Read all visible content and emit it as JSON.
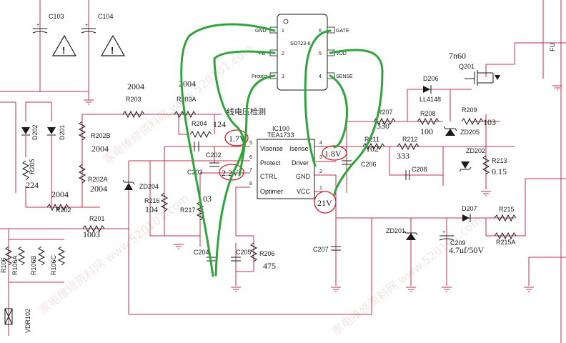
{
  "caps": {
    "c103": "C103",
    "c104": "C104",
    "c202": "C202",
    "c203": "C203",
    "c204": "C204",
    "c205": "C205",
    "c206": "C206",
    "c207": "C207",
    "c208": "C208",
    "c209": "C209",
    "c209_val": "4.7uf/50V"
  },
  "resistors": {
    "r203": "R203",
    "r203_val": "2004",
    "r203a": "R203A",
    "r203a_val": "2004",
    "r204": "R204",
    "r204_val": "124",
    "r202b": "R202B",
    "r202b_val": "2004",
    "r202a": "R202A",
    "r202a_val": "2004",
    "r205": "R205",
    "r205_val": "224",
    "r202": "R202",
    "r202_val": "2004",
    "r201": "R201",
    "r201_val": "1003",
    "r216": "R216",
    "r216_val": "104",
    "r217": "R217",
    "r217_val": "03",
    "r206": "R206",
    "r206_val": "475",
    "r207": "R207",
    "r207_val": "330",
    "r208": "R208",
    "r208_val": "100",
    "r209": "R209",
    "r209_val": "103",
    "r211": "R211",
    "r211_val": "102",
    "r212": "R212",
    "r212_val": "333",
    "r213": "R213",
    "r213_val": "0.15",
    "r215": "R215",
    "r215a": "R215A",
    "r106": "R106",
    "r106a": "R106A",
    "r106b": "R106B",
    "r106c": "R106C"
  },
  "diodes": {
    "d202": "D202",
    "d201": "D201",
    "zd204": "ZD204",
    "d206": "D206",
    "d206_type": "LL4148",
    "zd205": "ZD205",
    "zd202": "ZD202",
    "zd201": "ZD201",
    "d207": "D207",
    "vdr102": "VDR102"
  },
  "transistor": {
    "name": "Q201",
    "part": "7n60"
  },
  "ic100": {
    "ref": "IC100",
    "part": "TEA1733",
    "left_pins": [
      "Visense",
      "Protect",
      "CTRL",
      "Optimer"
    ],
    "left_nums": [
      "5",
      "6",
      "7",
      "8"
    ],
    "right_pins": [
      "Isense",
      "Driver",
      "GND",
      "VCC"
    ],
    "right_nums": [
      "4",
      "3",
      "2",
      "1"
    ]
  },
  "sot": {
    "package": "SOT23-6",
    "left_pins": [
      "GND",
      "FB",
      "Protect"
    ],
    "left_nums": [
      "1",
      "2",
      "3"
    ],
    "right_pins": [
      "GATE",
      "VDD",
      "SENSE"
    ],
    "right_nums": [
      "6",
      "5",
      "4"
    ]
  },
  "annotations": {
    "title_cn": "线电压检测",
    "v_protect": "1.7V",
    "v_ctrl": "2.2V",
    "v_driver": "1.8V",
    "v_vcc": "21V"
  },
  "edge_text": "FU",
  "watermark": "家电维修资料网 www.520101.com"
}
